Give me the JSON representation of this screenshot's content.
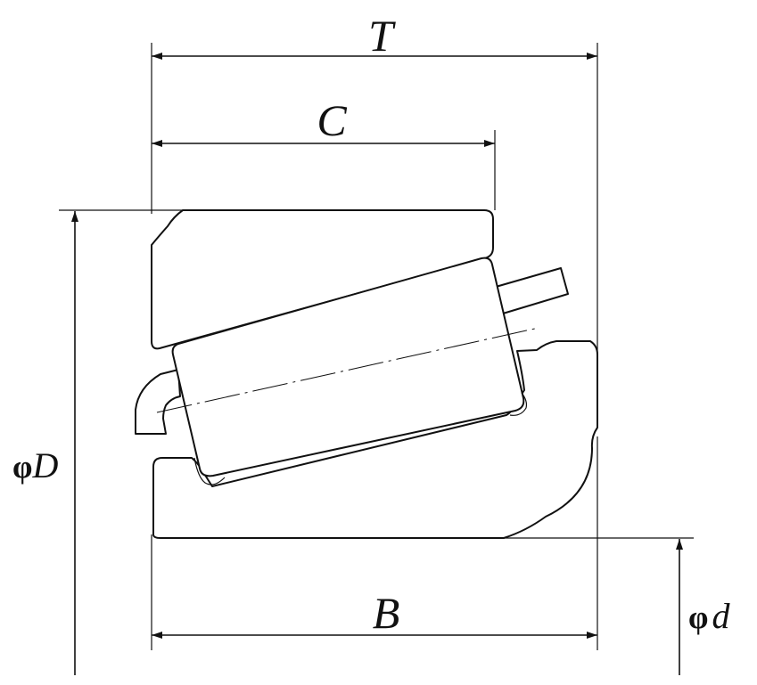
{
  "labels": {
    "T": "T",
    "C": "C",
    "B": "B",
    "D_symbol": "φ",
    "D_letter": "D",
    "d_symbol": "φ",
    "d_letter": "d"
  },
  "colors": {
    "line": "#111111",
    "background": "#ffffff"
  }
}
